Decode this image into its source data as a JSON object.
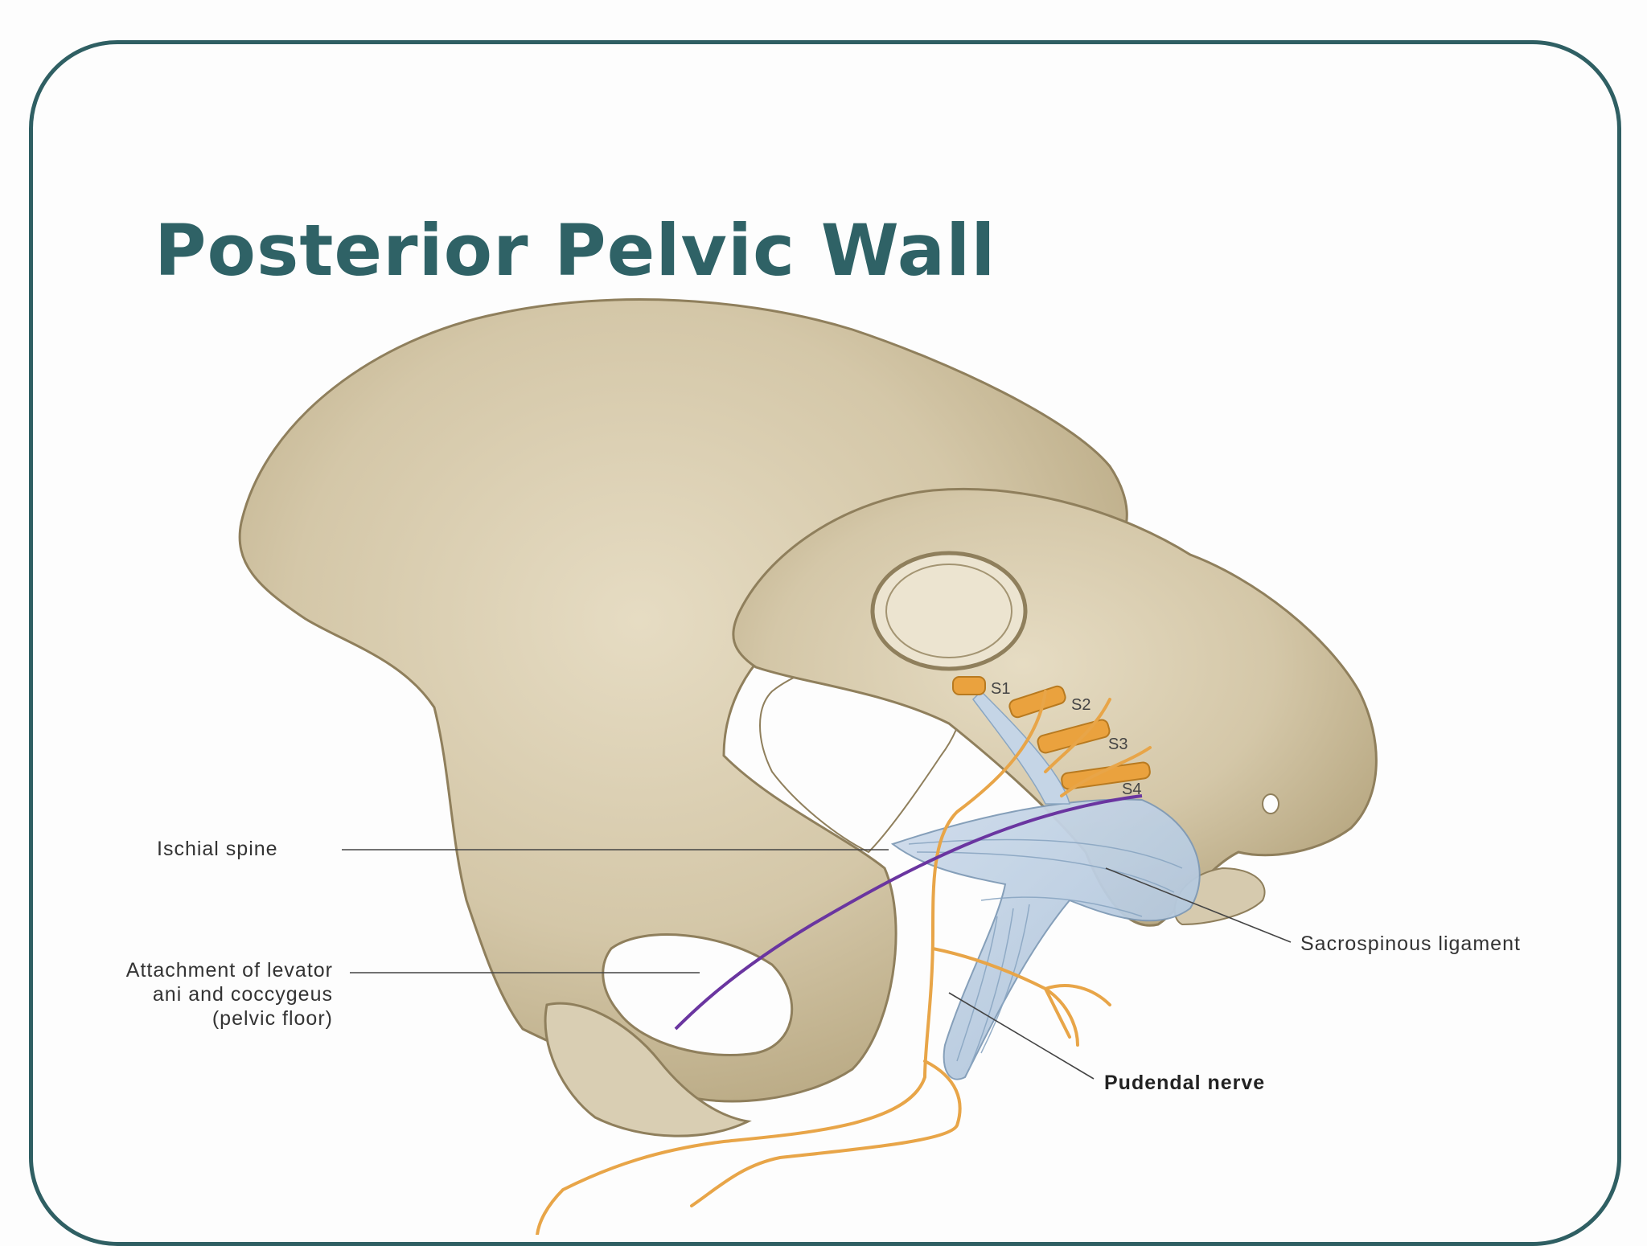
{
  "slide": {
    "title": "Posterior Pelvic Wall"
  },
  "figure": {
    "labels": {
      "ischial_spine": "Ischial spine",
      "attachment_line1": "Attachment of levator",
      "attachment_line2": "ani and coccygeus",
      "attachment_line3": "(pelvic floor)",
      "sacrospinous_ligament": "Sacrospinous ligament",
      "pudendal_nerve": "Pudendal nerve"
    },
    "sacral_roots": [
      "S1",
      "S2",
      "S3",
      "S4"
    ],
    "colors": {
      "frame": "#2f5f63",
      "title": "#2f6266",
      "bone": "#d8ccb0",
      "ligament": "#b9cde0",
      "nerve": "#e8a548",
      "line": "#7a3fa0"
    }
  }
}
